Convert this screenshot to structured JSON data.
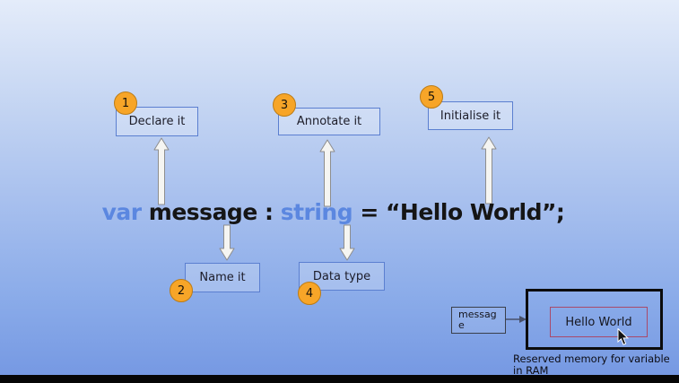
{
  "slide": {
    "code": {
      "segments": [
        {
          "text": "var ",
          "style": "keyword"
        },
        {
          "text": "message : ",
          "style": "plain"
        },
        {
          "text": "string",
          "style": "keyword"
        },
        {
          "text": " = “Hello World”;",
          "style": "plain"
        }
      ]
    },
    "steps": [
      {
        "num": "1",
        "label": "Declare it"
      },
      {
        "num": "2",
        "label": "Name it"
      },
      {
        "num": "3",
        "label": "Annotate it"
      },
      {
        "num": "4",
        "label": "Data type"
      },
      {
        "num": "5",
        "label": "Initialise it"
      }
    ],
    "memory": {
      "variable_box": "message",
      "value_box": "Hello World",
      "caption": "Reserved memory for variable in RAM"
    },
    "colors": {
      "keyword_blue": "#5b87e0",
      "code_black": "#151515",
      "badge_orange": "#f7a528",
      "box_border_blue": "#5b7fd0",
      "value_box_border": "#a94a6a"
    }
  }
}
